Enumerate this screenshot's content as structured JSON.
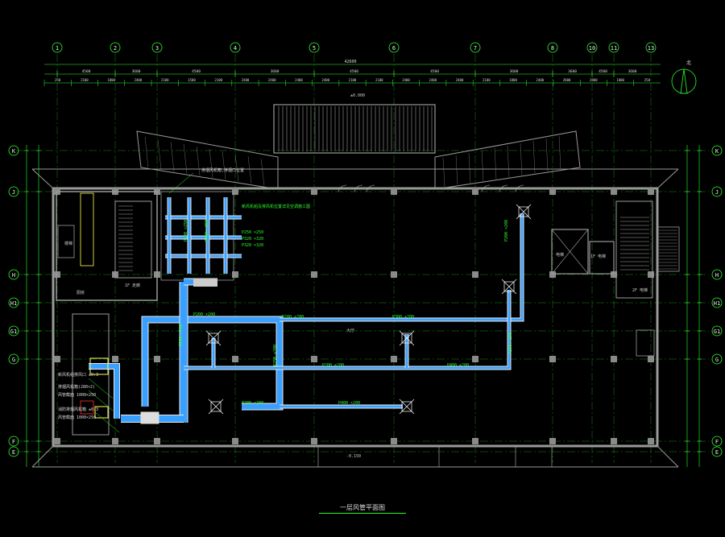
{
  "drawing": {
    "title": "一层风管平面图",
    "overall_dim": "42600",
    "north_label": "北"
  },
  "grid_columns": [
    "1",
    "2",
    "3",
    "4",
    "5",
    "6",
    "7",
    "8",
    "10",
    "11",
    "13"
  ],
  "grid_rows_left": [
    "K",
    "J",
    "H",
    "H1",
    "G1",
    "G",
    "F",
    "E"
  ],
  "grid_rows_right": [
    "K",
    "J",
    "H",
    "H1",
    "G1",
    "G",
    "F",
    "E"
  ],
  "top_dims_row1": [
    "4500",
    "3600",
    "4500",
    "3600",
    "4500",
    "4500",
    "3600",
    "3600",
    "4500",
    "3600"
  ],
  "top_dims_row2": [
    "250",
    "2100",
    "1800",
    "2400",
    "2100",
    "1500",
    "2100",
    "2400",
    "2400",
    "2400",
    "2400",
    "2100",
    "2100",
    "2400",
    "2400",
    "2400",
    "2100",
    "1800",
    "2400",
    "2800",
    "2800",
    "1800",
    "250"
  ],
  "ducts": [
    {
      "label": "P250 ×250",
      "color": "green"
    },
    {
      "label": "P320 ×320",
      "color": "green"
    },
    {
      "label": "P320 ×320",
      "color": "green"
    },
    {
      "label": "P200 ×250",
      "color": "green"
    },
    {
      "label": "P300 ×250",
      "color": "green"
    },
    {
      "label": "P200 ×200",
      "color": "green"
    },
    {
      "label": "P200 ×200",
      "color": "green"
    },
    {
      "label": "P300 ×200",
      "color": "green"
    },
    {
      "label": "P200 ×200",
      "color": "green"
    },
    {
      "label": "P250 ×200",
      "color": "green"
    },
    {
      "label": "P200 ×200",
      "color": "green"
    },
    {
      "label": "P200 ×200",
      "color": "green"
    },
    {
      "label": "P400 ×200",
      "color": "green"
    }
  ],
  "notes": {
    "machine_room": "排烟风机箱,排烟口位置",
    "legend_hint": "新风机组及排风机位置详见空调施工图",
    "left_note_1": "新风机组排风口 ±0.3",
    "left_note_2": "排烟风机箱(280×2)",
    "left_note_3": "风管截面 1000×250",
    "left_note_4": "消防排烟风机箱 ±0.3",
    "left_note_5": "风管截面 1000×250",
    "room_1": "楼梯",
    "room_2": "1F 走廊",
    "room_3": "电梯",
    "room_4": "1F 电梯",
    "room_5": "2F 电梯",
    "room_6": "厨房",
    "room_7": "大厅",
    "elev_1": "±0.000",
    "elev_2": "-0.150"
  },
  "colors": {
    "grid": "#2cff2c",
    "wall": "#9a9a9a",
    "duct_main": "#3aa0ff",
    "duct_label": "#2cff2c",
    "annotation": "#ffff55",
    "accent": "#ff3030"
  }
}
